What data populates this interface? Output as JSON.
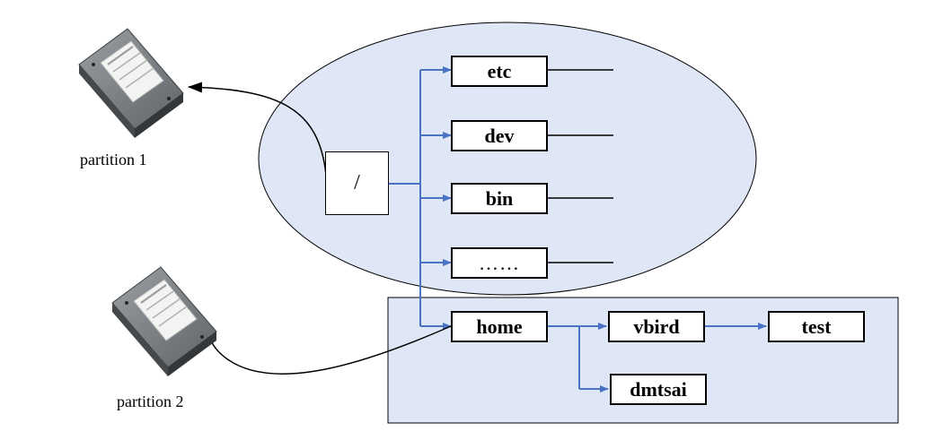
{
  "tree": {
    "root": "/",
    "dirs": [
      "etc",
      "dev",
      "bin",
      "……"
    ],
    "home": "home",
    "vbird": "vbird",
    "test": "test",
    "dmtsai": "dmtsai"
  },
  "disks": {
    "partition1": "partition 1",
    "partition2": "partition 2"
  },
  "colors": {
    "ellipse_fill": "#dfe6f6",
    "rect_fill": "#dfe6f6",
    "tree_line": "#4a73c4",
    "arrow": "#000000"
  },
  "icons": {
    "disk": "hard-disk-drive-icon"
  }
}
